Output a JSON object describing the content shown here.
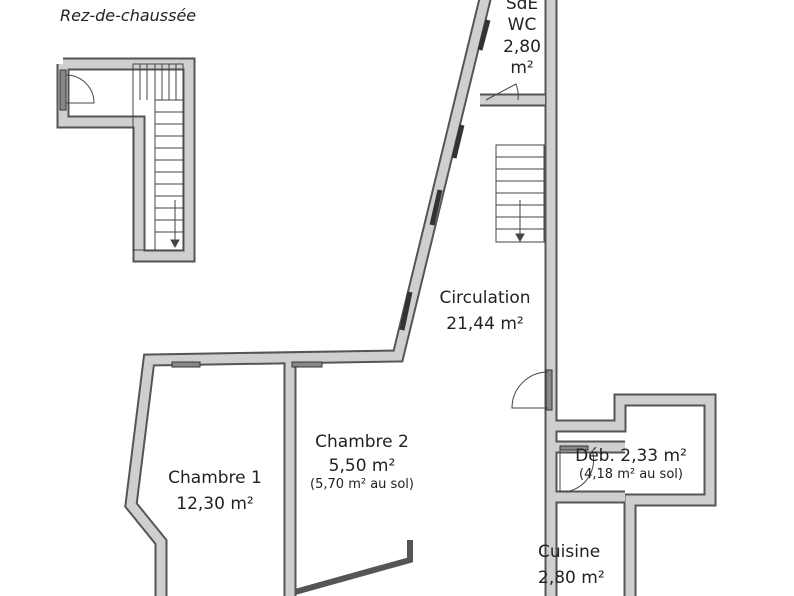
{
  "title": "Rez-de-chaussée",
  "rooms": {
    "sde": {
      "name": "SdE",
      "name2": "WC",
      "area": "2,80",
      "unit": "m²"
    },
    "circulation": {
      "name": "Circulation",
      "area": "21,44 m²"
    },
    "chambre1": {
      "name": "Chambre 1",
      "area": "12,30 m²"
    },
    "chambre2": {
      "name": "Chambre 2",
      "area": "5,50 m²",
      "floor": "(5,70 m² au sol)"
    },
    "deb": {
      "name": "Déb. 2,33 m²",
      "floor": "(4,18 m² au sol)"
    },
    "cuisine": {
      "name": "Cuisine",
      "area": "2,80 m²"
    }
  },
  "colors": {
    "wall_fill": "#cfcfcf",
    "wall_outline": "#555555"
  }
}
